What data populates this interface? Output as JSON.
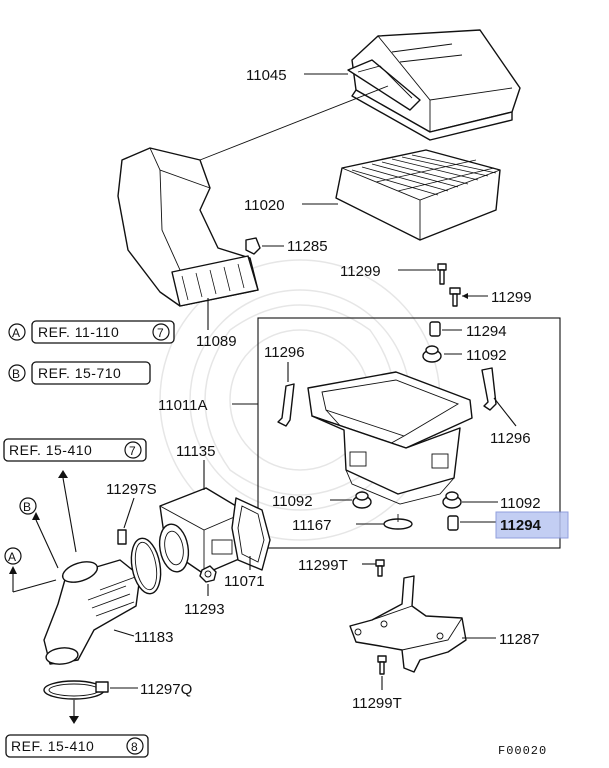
{
  "figure_code": "F00020",
  "highlight_color": "#b9c6f2",
  "parts": {
    "p11045": "11045",
    "p11020": "11020",
    "p11285": "11285",
    "p11299_a": "11299",
    "p11299_b": "11299",
    "p11089": "11089",
    "p11294_a": "11294",
    "p11092_a": "11092",
    "p11296_a": "11296",
    "p11296_b": "11296",
    "p11011A": "11011A",
    "p11135": "11135",
    "p11297S": "11297S",
    "p11092_b": "11092",
    "p11092_c": "11092",
    "p11167": "11167",
    "p11294_b": "11294",
    "p11071": "11071",
    "p11293": "11293",
    "p11299T_a": "11299T",
    "p11183": "11183",
    "p11287": "11287",
    "p11297Q": "11297Q",
    "p11299T_b": "11299T"
  },
  "refs": {
    "ref_a_circle": "A",
    "ref_a_text": "REF. 11-110",
    "ref_a_num": "7",
    "ref_b_circle": "B",
    "ref_b_text": "REF. 15-710",
    "ref_c_text": "REF. 15-410",
    "ref_c_num": "7",
    "ref_d_text": "REF. 15-410",
    "ref_d_num": "8",
    "arrow_b": "B",
    "arrow_a": "A"
  }
}
